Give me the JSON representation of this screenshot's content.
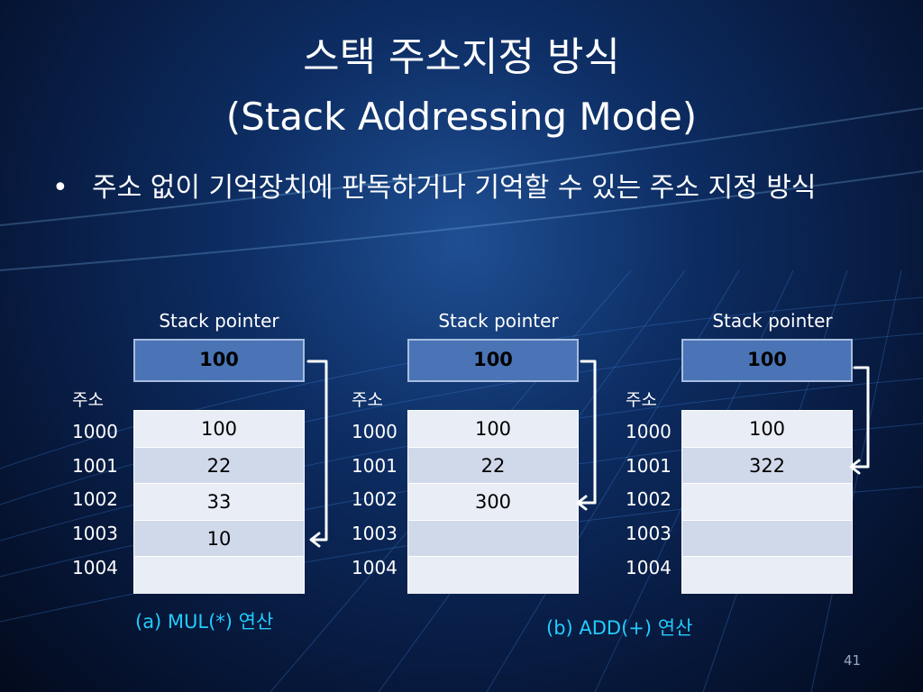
{
  "slide": {
    "title": "스택 주소지정 방식",
    "subtitle": "(Stack Addressing Mode)",
    "bullet": "주소 없이 기억장치에 판독하거나 기억할 수 있는 주소 지정 방식",
    "bullet_marker": "•",
    "page_number": "41"
  },
  "panels": [
    {
      "sp_label": "Stack pointer",
      "sp_value": "100",
      "addr_header": "주소",
      "addresses": [
        "1000",
        "1001",
        "1002",
        "1003",
        "1004"
      ],
      "cells": [
        "100",
        "22",
        "33",
        "10",
        ""
      ],
      "caption": "(a) MUL(*)  연산"
    },
    {
      "sp_label": "Stack pointer",
      "sp_value": "100",
      "addr_header": "주소",
      "addresses": [
        "1000",
        "1001",
        "1002",
        "1003",
        "1004"
      ],
      "cells": [
        "100",
        "22",
        "300",
        "",
        ""
      ],
      "caption": "(b) ADD(+)  연산"
    },
    {
      "sp_label": "Stack pointer",
      "sp_value": "100",
      "addr_header": "주소",
      "addresses": [
        "1000",
        "1001",
        "1002",
        "1003",
        "1004"
      ],
      "cells": [
        "100",
        "322",
        "",
        "",
        ""
      ],
      "caption": ""
    }
  ],
  "colors": {
    "caption": "#22ccff",
    "sp_box": "#4a74b6",
    "cell_light": "#e9edf5",
    "cell_dark": "#d0d9ea"
  }
}
